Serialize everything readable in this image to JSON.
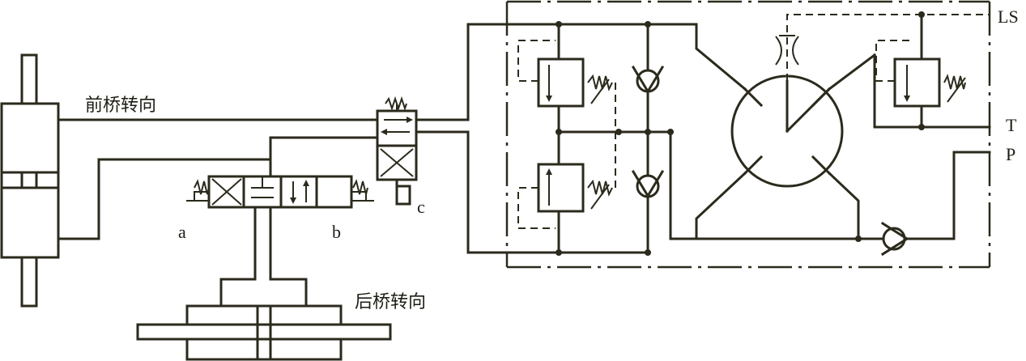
{
  "labels": {
    "front_axle": "前桥转向",
    "rear_axle": "后桥转向",
    "port_ls": "LS",
    "port_t": "T",
    "port_p": "P",
    "valve_a": "a",
    "valve_b": "b",
    "valve_c": "c"
  }
}
